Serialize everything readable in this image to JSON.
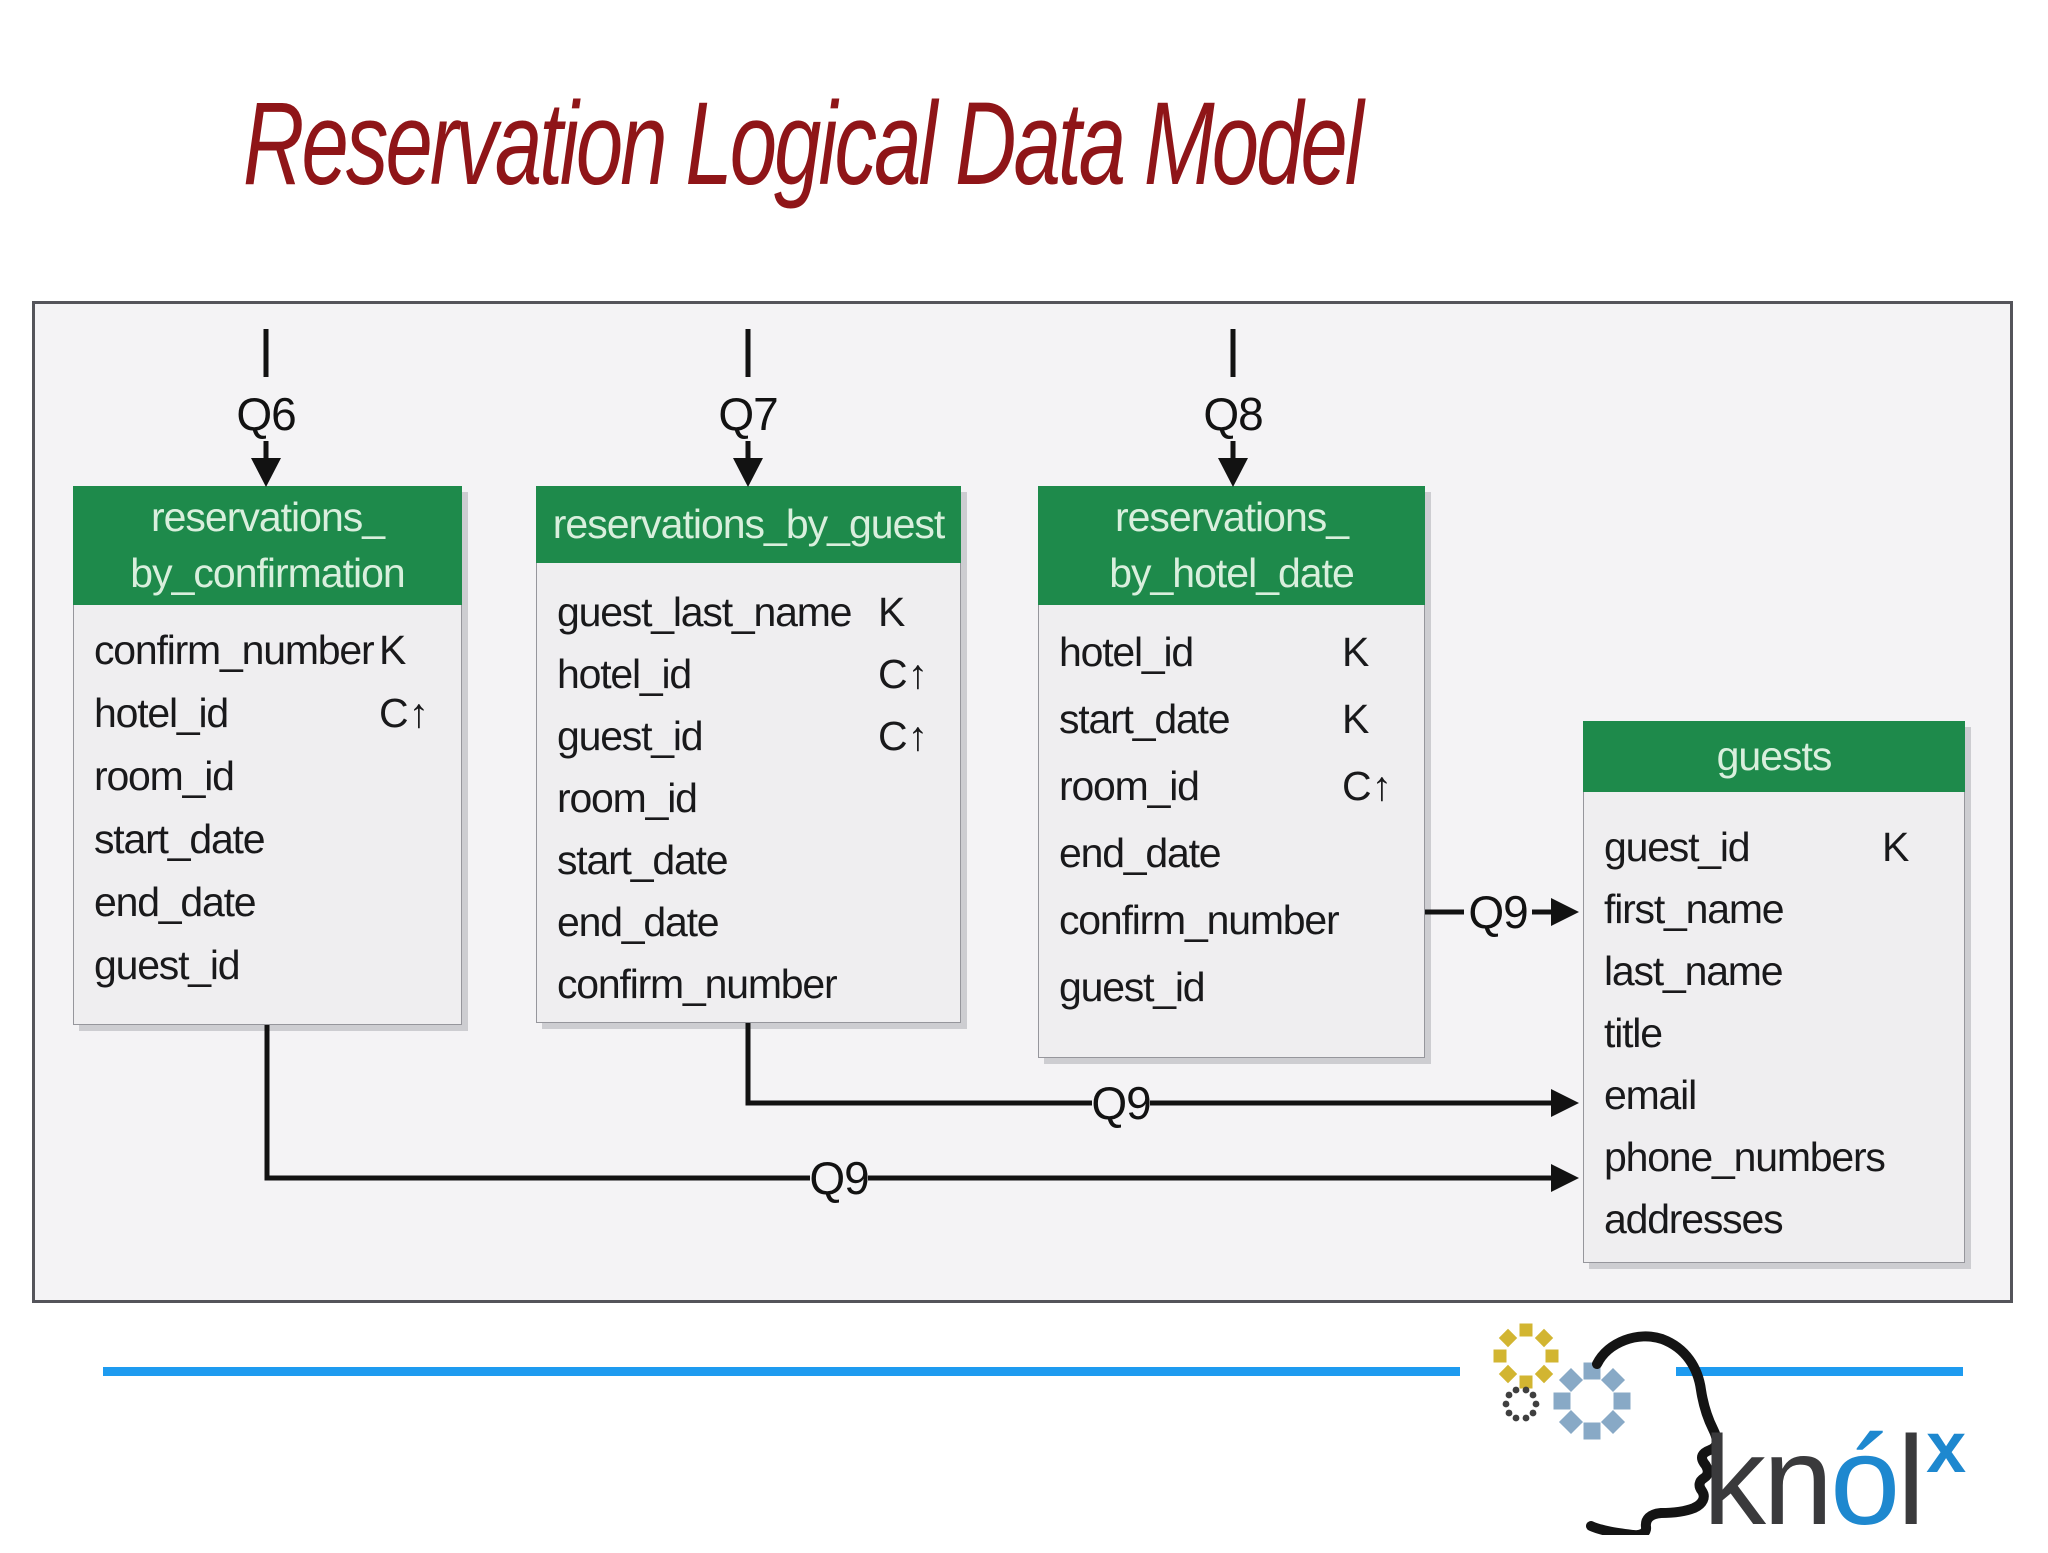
{
  "title": "Reservation Logical Data Model",
  "queries": {
    "q6": "Q6",
    "q7": "Q7",
    "q8": "Q8",
    "q9_from_hotel_date": "Q9",
    "q9_from_guest": "Q9",
    "q9_from_confirmation": "Q9"
  },
  "tables": {
    "by_confirmation": {
      "header_line1": "reservations_",
      "header_line2": "by_confirmation",
      "fields": [
        {
          "name": "confirm_number",
          "key": "K"
        },
        {
          "name": "hotel_id",
          "key": "C↑"
        },
        {
          "name": "room_id",
          "key": ""
        },
        {
          "name": "start_date",
          "key": ""
        },
        {
          "name": "end_date",
          "key": ""
        },
        {
          "name": "guest_id",
          "key": ""
        }
      ]
    },
    "by_guest": {
      "header": "reservations_by_guest",
      "fields": [
        {
          "name": "guest_last_name",
          "key": "K"
        },
        {
          "name": "hotel_id",
          "key": "C↑"
        },
        {
          "name": "guest_id",
          "key": "C↑"
        },
        {
          "name": "room_id",
          "key": ""
        },
        {
          "name": "start_date",
          "key": ""
        },
        {
          "name": "end_date",
          "key": ""
        },
        {
          "name": "confirm_number",
          "key": ""
        }
      ]
    },
    "by_hotel_date": {
      "header_line1": "reservations_",
      "header_line2": "by_hotel_date",
      "fields": [
        {
          "name": "hotel_id",
          "key": "K"
        },
        {
          "name": "start_date",
          "key": "K"
        },
        {
          "name": "room_id",
          "key": "C↑"
        },
        {
          "name": "end_date",
          "key": ""
        },
        {
          "name": "confirm_number",
          "key": ""
        },
        {
          "name": "guest_id",
          "key": ""
        }
      ]
    },
    "guests": {
      "header": "guests",
      "fields": [
        {
          "name": "guest_id",
          "key": "K"
        },
        {
          "name": "first_name",
          "key": ""
        },
        {
          "name": "last_name",
          "key": ""
        },
        {
          "name": "title",
          "key": ""
        },
        {
          "name": "email",
          "key": ""
        },
        {
          "name": "phone_numbers",
          "key": ""
        },
        {
          "name": "addresses",
          "key": ""
        }
      ]
    }
  },
  "logo": {
    "kn": "kn",
    "o_accent": "ó",
    "l": "l",
    "sup": "x"
  },
  "colors": {
    "header_green": "#1e8a4b",
    "header_text_green": "#d9efdd",
    "title_red": "#8f1518",
    "divider_blue": "#1e9bf0",
    "logo_blue": "#1e88cf",
    "gear_yellow": "#d2b531",
    "gear_steel": "#88a9c6",
    "arrow_black": "#121212"
  }
}
